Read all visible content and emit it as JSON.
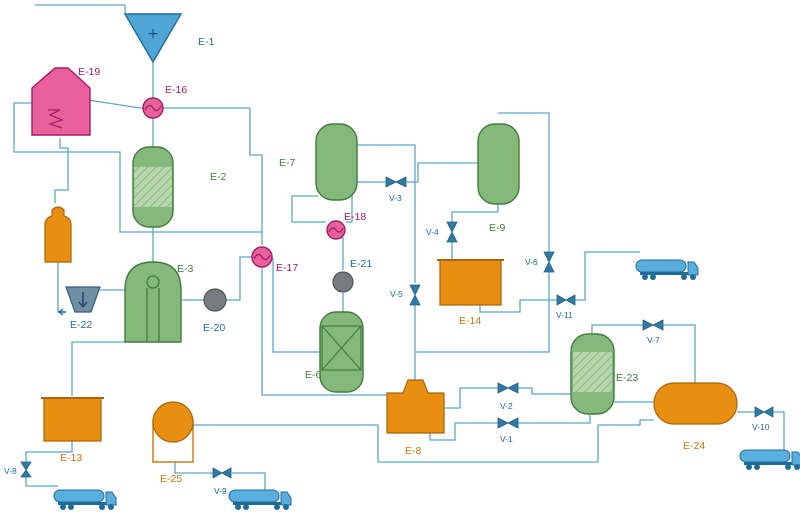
{
  "diagram": {
    "type": "process flow diagram",
    "colors": {
      "pipe": "#5aa7cc",
      "green_equipment": "#85b97c",
      "orange_equipment": "#e88e10",
      "magenta_equipment": "#e9609a",
      "blue_equipment": "#4fa5d6",
      "valve": "#2f7ba8",
      "truck": "#5aaede"
    },
    "equipment": {
      "e1": {
        "label": "E-1",
        "kind": "hopper",
        "icon": "plus-icon"
      },
      "e2": {
        "label": "E-2",
        "kind": "packed-column"
      },
      "e3": {
        "label": "E-3",
        "kind": "reactor"
      },
      "e6": {
        "label": "E-6",
        "kind": "packed-reactor"
      },
      "e7": {
        "label": "E-7",
        "kind": "vessel"
      },
      "e8": {
        "label": "E-8",
        "kind": "settling-tank"
      },
      "e9": {
        "label": "E-9",
        "kind": "vessel"
      },
      "e13": {
        "label": "E-13",
        "kind": "open-tank"
      },
      "e14": {
        "label": "E-14",
        "kind": "open-tank"
      },
      "e16": {
        "label": "E-16",
        "kind": "heat-exchanger"
      },
      "e17": {
        "label": "E-17",
        "kind": "heat-exchanger"
      },
      "e18": {
        "label": "E-18",
        "kind": "heat-exchanger"
      },
      "e19": {
        "label": "E-19",
        "kind": "furnace"
      },
      "e20": {
        "label": "E-20",
        "kind": "pump"
      },
      "e21": {
        "label": "E-21",
        "kind": "pump"
      },
      "e22": {
        "label": "E-22",
        "kind": "filter"
      },
      "e23": {
        "label": "E-23",
        "kind": "packed-column"
      },
      "e24": {
        "label": "E-24",
        "kind": "horizontal-tank"
      },
      "e25": {
        "label": "E-25",
        "kind": "spherical-tank"
      }
    },
    "valves": {
      "v1": {
        "label": "V-1"
      },
      "v2": {
        "label": "V-2"
      },
      "v3": {
        "label": "V-3"
      },
      "v4": {
        "label": "V-4"
      },
      "v5": {
        "label": "V-5"
      },
      "v6": {
        "label": "V-6"
      },
      "v7": {
        "label": "V-7"
      },
      "v8": {
        "label": "V-8"
      },
      "v9": {
        "label": "V-9"
      },
      "v10": {
        "label": "V-10"
      },
      "v11": {
        "label": "V-11"
      }
    },
    "trucks": [
      {
        "name": "truck-v11",
        "icon": "tanker-truck-icon"
      },
      {
        "name": "truck-v10",
        "icon": "tanker-truck-icon"
      },
      {
        "name": "truck-v8",
        "icon": "tanker-truck-icon"
      },
      {
        "name": "truck-v9",
        "icon": "tanker-truck-icon"
      }
    ]
  }
}
